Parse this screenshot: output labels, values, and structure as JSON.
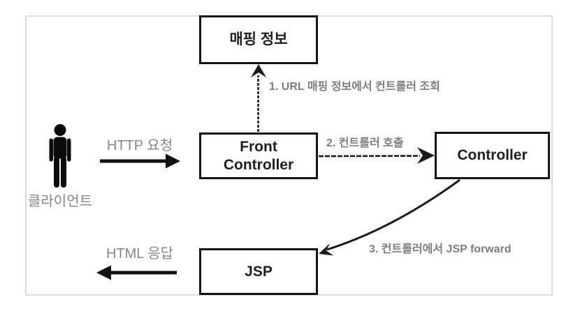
{
  "diagram": {
    "boxes": {
      "mapping": {
        "label": "매핑 정보"
      },
      "front_controller": {
        "label_line1": "Front",
        "label_line2": "Controller"
      },
      "controller": {
        "label": "Controller"
      },
      "jsp": {
        "label": "JSP"
      }
    },
    "actor": {
      "icon": "person-icon",
      "label": "클라이언트"
    },
    "flows": {
      "http_request": {
        "label": "HTTP 요청",
        "direction": "right"
      },
      "html_response": {
        "label": "HTML 응답",
        "direction": "left"
      },
      "step1": {
        "label": "1. URL 매핑 정보에서 컨트롤러 조회",
        "from": "front_controller",
        "to": "mapping"
      },
      "step2": {
        "label": "2. 컨트롤러 호출",
        "from": "front_controller",
        "to": "controller"
      },
      "step3": {
        "label": "3. 컨트롤러에서 JSP forward",
        "from": "controller",
        "to": "jsp"
      }
    },
    "colors": {
      "background": "#ffffff",
      "frame_border": "#dcdcdc",
      "box_border": "#141414",
      "box_text": "#1f1f1f",
      "arrow": "#1a1a1a",
      "muted_label": "#868686",
      "step_label": "#7d7d7d"
    }
  }
}
